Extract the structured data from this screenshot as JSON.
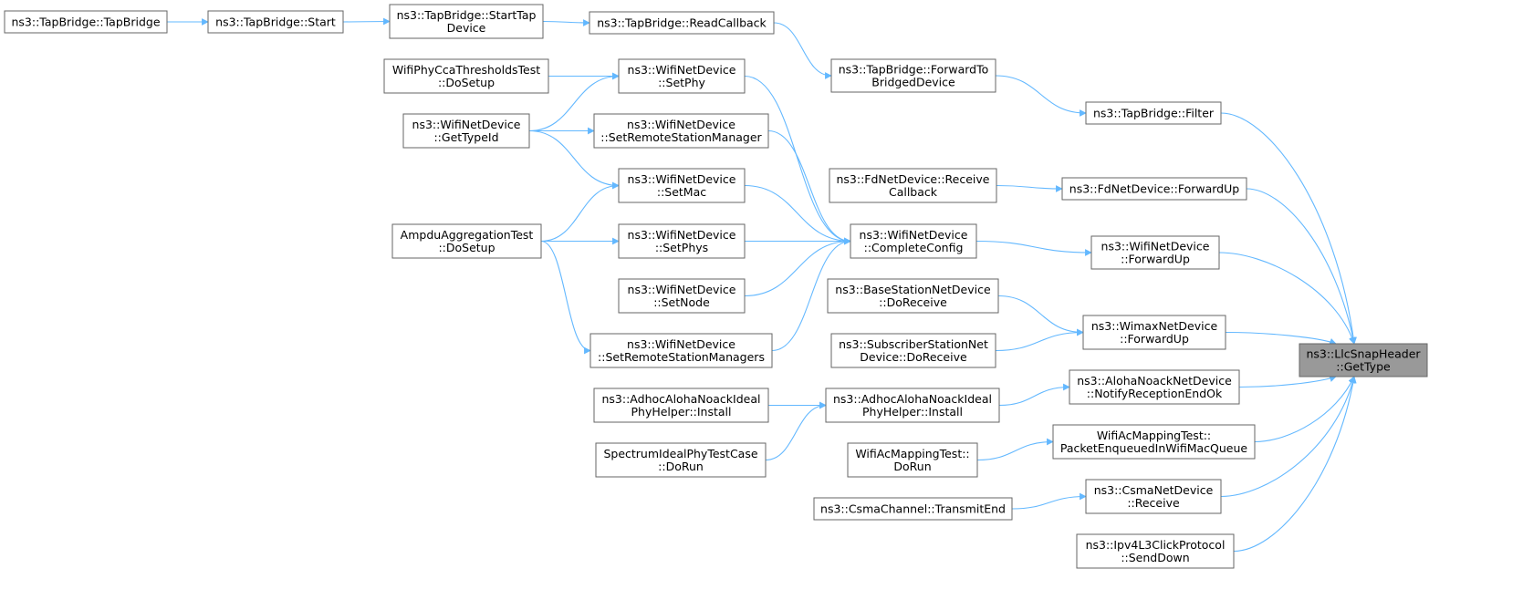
{
  "graph": {
    "title": "",
    "edge_color": "#63b8ff",
    "node_border_color": "#666666",
    "root_fill_color": "#999999",
    "nodes": [
      {
        "id": "root",
        "lines": [
          "ns3::LlcSnapHeader",
          "::GetType"
        ],
        "root": true
      },
      {
        "id": "tb_filter",
        "lines": [
          "ns3::TapBridge::Filter"
        ]
      },
      {
        "id": "tb_fwd",
        "lines": [
          "ns3::TapBridge::ForwardTo",
          "BridgedDevice"
        ]
      },
      {
        "id": "tb_readcb",
        "lines": [
          "ns3::TapBridge::ReadCallback"
        ]
      },
      {
        "id": "tb_starttap",
        "lines": [
          "ns3::TapBridge::StartTap",
          "Device"
        ]
      },
      {
        "id": "tb_start",
        "lines": [
          "ns3::TapBridge::Start"
        ]
      },
      {
        "id": "tb_ctor",
        "lines": [
          "ns3::TapBridge::TapBridge"
        ]
      },
      {
        "id": "fd_fwdup",
        "lines": [
          "ns3::FdNetDevice::ForwardUp"
        ]
      },
      {
        "id": "fd_recvcb",
        "lines": [
          "ns3::FdNetDevice::Receive",
          "Callback"
        ]
      },
      {
        "id": "wifi_fwdup",
        "lines": [
          "ns3::WifiNetDevice",
          "::ForwardUp"
        ]
      },
      {
        "id": "wifi_complete",
        "lines": [
          "ns3::WifiNetDevice",
          "::CompleteConfig"
        ]
      },
      {
        "id": "wifi_setphy",
        "lines": [
          "ns3::WifiNetDevice",
          "::SetPhy"
        ]
      },
      {
        "id": "wifi_setrsm",
        "lines": [
          "ns3::WifiNetDevice",
          "::SetRemoteStationManager"
        ]
      },
      {
        "id": "wifi_setmac",
        "lines": [
          "ns3::WifiNetDevice",
          "::SetMac"
        ]
      },
      {
        "id": "wifi_setphys",
        "lines": [
          "ns3::WifiNetDevice",
          "::SetPhys"
        ]
      },
      {
        "id": "wifi_setnode",
        "lines": [
          "ns3::WifiNetDevice",
          "::SetNode"
        ]
      },
      {
        "id": "wifi_setrsms",
        "lines": [
          "ns3::WifiNetDevice",
          "::SetRemoteStationManagers"
        ]
      },
      {
        "id": "cca_setup",
        "lines": [
          "WifiPhyCcaThresholdsTest",
          "::DoSetup"
        ]
      },
      {
        "id": "wifi_typeid",
        "lines": [
          "ns3::WifiNetDevice",
          "::GetTypeId"
        ]
      },
      {
        "id": "ampdu_setup",
        "lines": [
          "AmpduAggregationTest",
          "::DoSetup"
        ]
      },
      {
        "id": "wimax_fwdup",
        "lines": [
          "ns3::WimaxNetDevice",
          "::ForwardUp"
        ]
      },
      {
        "id": "bs_recv",
        "lines": [
          "ns3::BaseStationNetDevice",
          "::DoReceive"
        ]
      },
      {
        "id": "ss_recv",
        "lines": [
          "ns3::SubscriberStationNet",
          "Device::DoReceive"
        ]
      },
      {
        "id": "aloha_notify",
        "lines": [
          "ns3::AlohaNoackNetDevice",
          "::NotifyReceptionEndOk"
        ]
      },
      {
        "id": "adhoc_install2",
        "lines": [
          "ns3::AdhocAlohaNoackIdeal",
          "PhyHelper::Install"
        ]
      },
      {
        "id": "adhoc_install1",
        "lines": [
          "ns3::AdhocAlohaNoackIdeal",
          "PhyHelper::Install"
        ]
      },
      {
        "id": "spectrum_run",
        "lines": [
          "SpectrumIdealPhyTestCase",
          "::DoRun"
        ]
      },
      {
        "id": "acmap_pkt",
        "lines": [
          "WifiAcMappingTest::",
          "PacketEnqueuedInWifiMacQueue"
        ]
      },
      {
        "id": "acmap_run",
        "lines": [
          "WifiAcMappingTest::",
          "DoRun"
        ]
      },
      {
        "id": "csma_recv",
        "lines": [
          "ns3::CsmaNetDevice",
          "::Receive"
        ]
      },
      {
        "id": "csma_tx",
        "lines": [
          "ns3::CsmaChannel::TransmitEnd"
        ]
      },
      {
        "id": "ipv4click",
        "lines": [
          "ns3::Ipv4L3ClickProtocol",
          "::SendDown"
        ]
      }
    ],
    "edges": [
      [
        "tb_filter",
        "root"
      ],
      [
        "fd_fwdup",
        "root"
      ],
      [
        "wifi_fwdup",
        "root"
      ],
      [
        "wimax_fwdup",
        "root"
      ],
      [
        "aloha_notify",
        "root"
      ],
      [
        "acmap_pkt",
        "root"
      ],
      [
        "csma_recv",
        "root"
      ],
      [
        "ipv4click",
        "root"
      ],
      [
        "tb_fwd",
        "tb_filter"
      ],
      [
        "tb_readcb",
        "tb_fwd"
      ],
      [
        "tb_starttap",
        "tb_readcb"
      ],
      [
        "tb_start",
        "tb_starttap"
      ],
      [
        "tb_ctor",
        "tb_start"
      ],
      [
        "fd_recvcb",
        "fd_fwdup"
      ],
      [
        "wifi_complete",
        "wifi_fwdup"
      ],
      [
        "wifi_setphy",
        "wifi_complete"
      ],
      [
        "wifi_setrsm",
        "wifi_complete"
      ],
      [
        "wifi_setmac",
        "wifi_complete"
      ],
      [
        "wifi_setphys",
        "wifi_complete"
      ],
      [
        "wifi_setnode",
        "wifi_complete"
      ],
      [
        "wifi_setrsms",
        "wifi_complete"
      ],
      [
        "cca_setup",
        "wifi_setphy"
      ],
      [
        "wifi_typeid",
        "wifi_setphy"
      ],
      [
        "wifi_typeid",
        "wifi_setrsm"
      ],
      [
        "wifi_typeid",
        "wifi_setmac"
      ],
      [
        "ampdu_setup",
        "wifi_setmac"
      ],
      [
        "ampdu_setup",
        "wifi_setphys"
      ],
      [
        "ampdu_setup",
        "wifi_setrsms"
      ],
      [
        "bs_recv",
        "wimax_fwdup"
      ],
      [
        "ss_recv",
        "wimax_fwdup"
      ],
      [
        "adhoc_install2",
        "aloha_notify"
      ],
      [
        "adhoc_install1",
        "adhoc_install2"
      ],
      [
        "spectrum_run",
        "adhoc_install2"
      ],
      [
        "acmap_run",
        "acmap_pkt"
      ],
      [
        "csma_tx",
        "csma_recv"
      ]
    ]
  }
}
